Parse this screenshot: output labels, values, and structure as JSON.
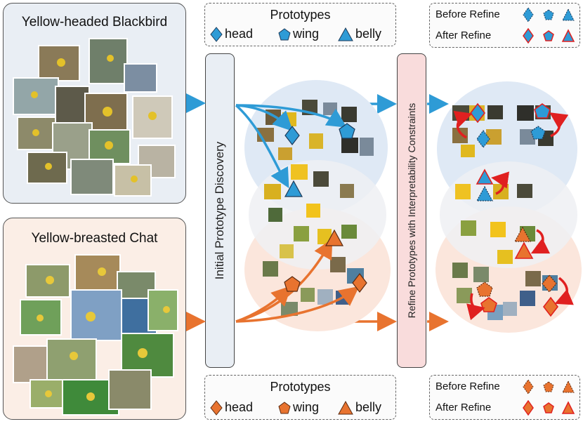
{
  "classes": [
    {
      "name": "Yellow-headed Blackbird",
      "color": "#2e9bd6"
    },
    {
      "name": "Yellow-breasted Chat",
      "color": "#e8732f"
    }
  ],
  "stages": {
    "discovery": "Initial Prototype Discovery",
    "refine": "Refine Prototypes with Interpretability Constraints"
  },
  "prototype_legend": {
    "title": "Prototypes",
    "items": [
      {
        "shape": "diamond",
        "label": "head"
      },
      {
        "shape": "pentagon",
        "label": "wing"
      },
      {
        "shape": "triangle",
        "label": "belly"
      }
    ]
  },
  "refine_legend": {
    "before": "Before Refine",
    "after": "After Refine"
  },
  "colors": {
    "blue": "#2e9bd6",
    "orange": "#e8732f",
    "red_outline": "#e02020",
    "blue_panel_bg": "#e9eef4",
    "orange_panel_bg": "#fbeee6",
    "blue_ellipse": "#dfe9f5",
    "orange_ellipse": "#fbe6dc",
    "refine_box": "#f9dcdc"
  }
}
